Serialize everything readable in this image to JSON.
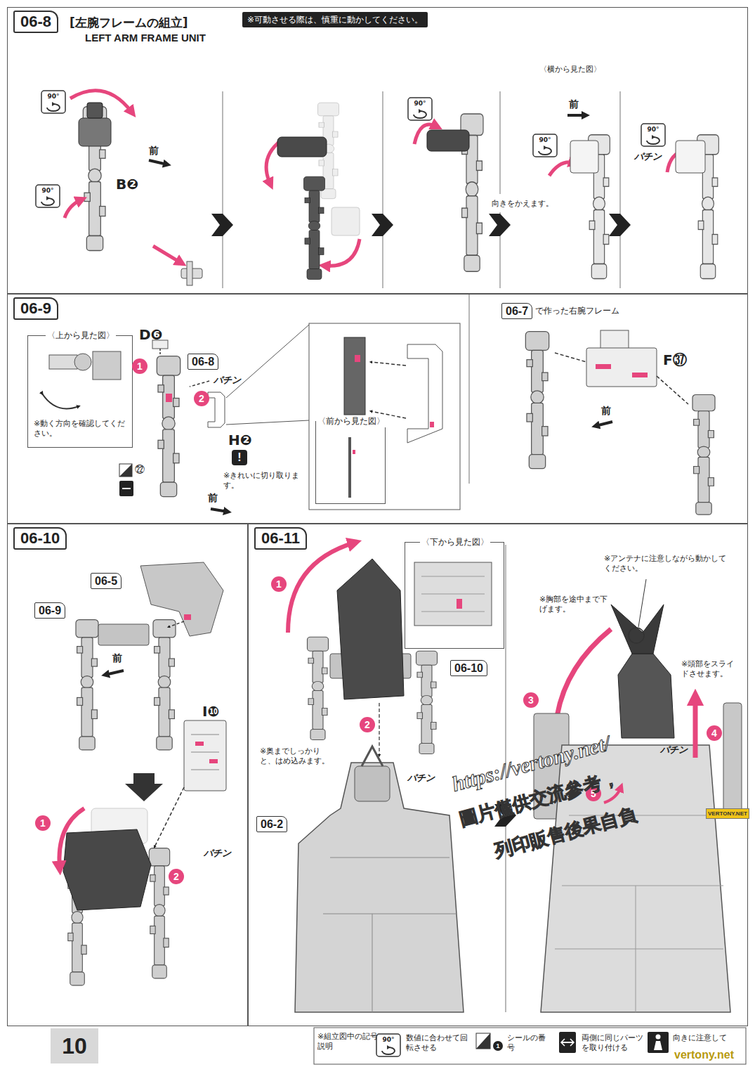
{
  "diagram": {
    "nodes": [
      {
        "text": [
          "06-8",
          "[左腕フレームの組立]",
          "LEFT ARM FRAME UNIT"
        ]
      },
      {
        "text": [
          "※可動させる際は、慎重に動かしてください。"
        ],
        "in": 0
      },
      {
        "text": [
          "06-9"
        ]
      },
      {
        "text": [
          "〈上から見た図〉",
          "※動く方向を確認してください。"
        ],
        "in": 2
      },
      {
        "text": [
          "06-8"
        ],
        "in": 2
      },
      {
        "text": [
          "〈前から見た図〉"
        ],
        "in": 2
      },
      {
        "text": [
          "06-7",
          "で作った右腕フレーム"
        ],
        "in": 2
      },
      {
        "text": [
          "06-10"
        ]
      },
      {
        "text": [
          "06-5"
        ],
        "in": 7
      },
      {
        "text": [
          "06-9"
        ],
        "in": 7
      },
      {
        "text": [
          "06-11"
        ]
      },
      {
        "text": [
          "〈下から見た図〉"
        ],
        "in": 10
      },
      {
        "text": [
          "06-10"
        ],
        "in": 10
      },
      {
        "text": [
          "06-2"
        ],
        "in": 10
      },
      {
        "text": [
          "10"
        ]
      }
    ],
    "labels": [
      "90°",
      "90°",
      "前",
      "B❷",
      "90°",
      "向きをかえます。",
      "〈横から見た図〉",
      "前",
      "90°",
      "90°",
      "パチン",
      "D❻",
      "1",
      "2",
      "パチン",
      "H❷",
      "!",
      "※きれいに切り取ります。",
      "㉒",
      "前",
      "F㊲",
      "前",
      "前",
      "1",
      "I❿",
      "2",
      "パチン",
      "1",
      "2",
      "※奥までしっかりと、はめ込みます。",
      "パチン",
      "※アンテナに注意しながら動かしてください。",
      "※胸部を途中まで下げます。",
      "3",
      "※頭部をスライドさせます。",
      "4",
      "パチン",
      "5",
      "https://vertony.net/",
      "圖片僅供交流參考，",
      "列印販售後果自負",
      "VERTONY.NET",
      "vertony.net",
      "※組立図中の記号説明",
      "1",
      "90°"
    ],
    "legend": [
      {
        "text": "数値に合わせて回転させる"
      },
      {
        "text": "シールの番号"
      },
      {
        "text": "両側に同じパーツを取り付ける"
      },
      {
        "text": "向きに注意して"
      }
    ]
  }
}
